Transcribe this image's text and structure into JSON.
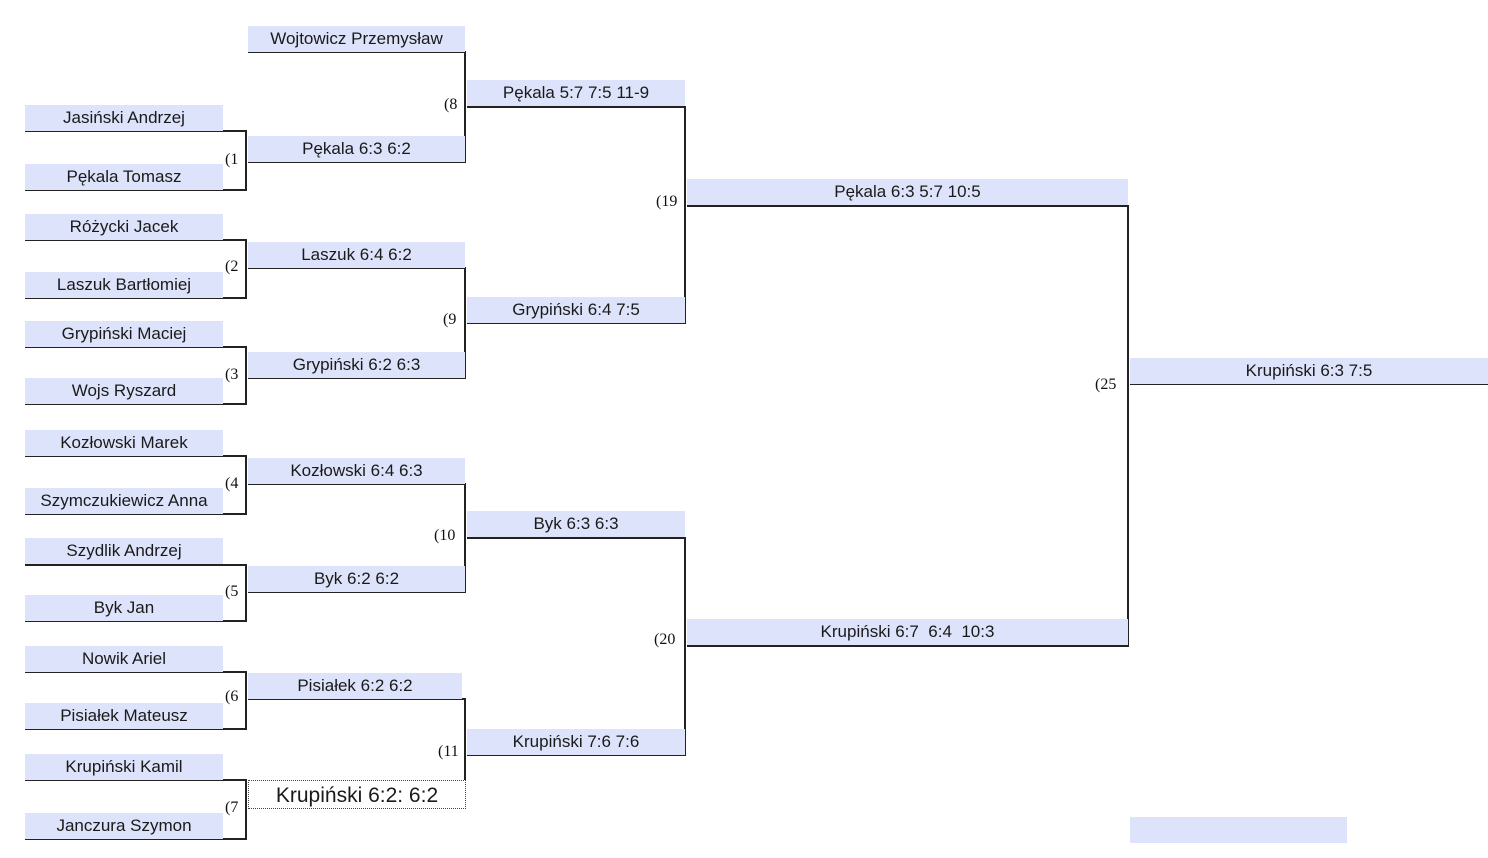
{
  "round1": {
    "players": [
      "Jasiński Andrzej",
      "Pękala Tomasz",
      "Różycki Jacek",
      "Laszuk Bartłomiej",
      "Grypiński Maciej",
      "Wojs Ryszard",
      "Kozłowski Marek",
      "Szymczukiewicz Anna",
      "Szydlik Andrzej",
      "Byk Jan",
      "Nowik Ariel",
      "Pisiałek Mateusz",
      "Krupiński Kamil",
      "Janczura Szymon"
    ],
    "match_numbers": [
      "(1",
      "(2",
      "(3",
      "(4",
      "(5",
      "(6",
      "(7"
    ]
  },
  "round2": {
    "bye_player": "Wojtowicz Przemysław",
    "results": [
      "Pękala 6:3 6:2",
      "Laszuk 6:4 6:2",
      "Grypiński 6:2 6:3",
      "Kozłowski 6:4 6:3",
      "Byk 6:2 6:2",
      "Pisiałek 6:2 6:2",
      "Krupiński 6:2: 6:2"
    ],
    "match_numbers": [
      "(8",
      "(9",
      "(10",
      "(11"
    ]
  },
  "round3": {
    "results": [
      "Pękala 5:7 7:5 11-9",
      "Grypiński 6:4 7:5",
      "Byk 6:3 6:3",
      "Krupiński 7:6 7:6"
    ],
    "match_numbers": [
      "(19",
      "(20"
    ]
  },
  "semifinal": {
    "results": [
      "Pękala 6:3 5:7 10:5",
      "Krupiński 6:7  6:4  10:3"
    ],
    "match_number": "(25"
  },
  "final": {
    "result": "Krupiński 6:3 7:5",
    "extra_slot": ""
  },
  "colors": {
    "slot_fill": "#dde3fa",
    "line": "#222222",
    "selected_fill": "#ffffff"
  }
}
